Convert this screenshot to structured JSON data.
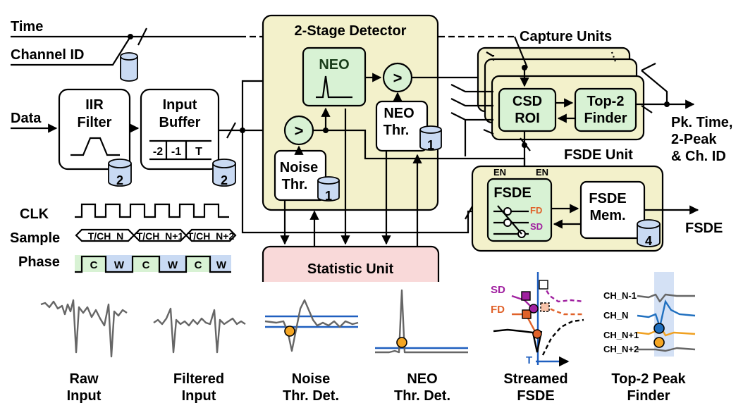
{
  "inputs": {
    "time": "Time",
    "channel_id": "Channel ID",
    "data": "Data"
  },
  "blocks": {
    "iir_filter": {
      "line1": "IIR",
      "line2": "Filter",
      "mem": "2"
    },
    "input_buffer": {
      "line1": "Input",
      "line2": "Buffer",
      "cells": [
        "-2",
        "-1",
        "T"
      ],
      "mem": "2"
    },
    "two_stage_detector": {
      "title": "2-Stage Detector"
    },
    "neo": {
      "label": "NEO"
    },
    "comparator_symbol": ">",
    "neo_thr": {
      "line1": "NEO",
      "line2": "Thr.",
      "mem": "1"
    },
    "noise_thr": {
      "line1": "Noise",
      "line2": "Thr.",
      "mem": "1"
    },
    "statistic_unit": {
      "label": "Statistic Unit"
    },
    "capture_units": {
      "title": "Capture Units"
    },
    "csd_roi": {
      "line1": "CSD",
      "line2": "ROI"
    },
    "top2_finder": {
      "line1": "Top-2",
      "line2": "Finder"
    },
    "fsde_unit": {
      "title": "FSDE Unit"
    },
    "fsde": {
      "label": "FSDE",
      "fd": "FD",
      "sd": "SD"
    },
    "fsde_mem": {
      "line1": "FSDE",
      "line2": "Mem.",
      "mem": "4"
    },
    "en_label": "EN"
  },
  "outputs": {
    "peak_line1": "Pk. Time,",
    "peak_line2": "2-Peak",
    "peak_line3": "& Ch. ID",
    "fsde": "FSDE"
  },
  "timing": {
    "clk": "CLK",
    "sample": "Sample",
    "phase": "Phase",
    "sample_cells": [
      "T/CH_N",
      "T/CH_N+1",
      "T/CH_N+2"
    ],
    "phase_cells": [
      "C",
      "W",
      "C",
      "W",
      "C",
      "W"
    ],
    "phase_c_color": "#d8f2d4",
    "phase_w_color": "#c9daf3"
  },
  "waveforms": {
    "raw": [
      "Raw",
      "Input"
    ],
    "filtered": [
      "Filtered",
      "Input"
    ],
    "noise": [
      "Noise",
      "Thr. Det."
    ],
    "neo": [
      "NEO",
      "Thr. Det."
    ],
    "fsde": [
      "Streamed",
      "FSDE"
    ],
    "top2": [
      "Top-2 Peak",
      "Finder"
    ],
    "fsde_sd": "SD",
    "fsde_fd": "FD",
    "fsde_t": "T",
    "ch_labels": [
      "CH_N-1",
      "CH_N",
      "CH_N+1",
      "CH_N+2"
    ]
  },
  "colors": {
    "neo_block": "#d8f2d4",
    "unit_bg": "#f3f1cb",
    "statistic_unit": "#f9d9d9",
    "memory": "#c9daf3",
    "threshold": "#1f5fbf",
    "marker_orange": "#f5a623",
    "sd_purple": "#a020a0",
    "fd_orange": "#e0622a"
  }
}
